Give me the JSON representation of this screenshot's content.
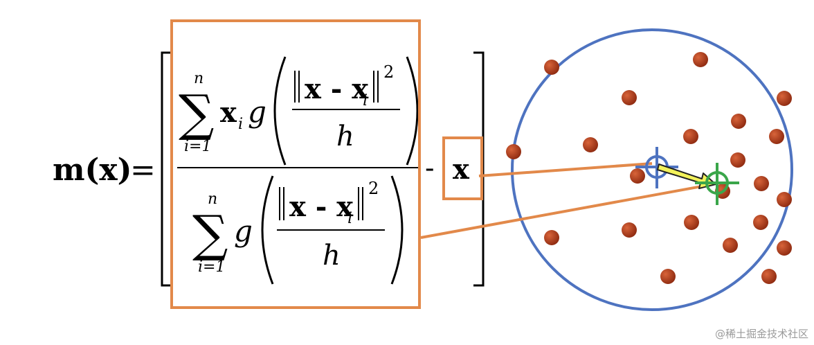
{
  "formula": {
    "lhs": "m(x)",
    "equals": "=",
    "minus": "-",
    "x_term": "x",
    "numerator": {
      "sum_upper": "n",
      "sum_lower": "i=1",
      "weight_vector": "x",
      "weight_subscript": "i",
      "kernel": "g",
      "norm_text": "x - x",
      "norm_subscript": "i",
      "exponent": "2",
      "denominator_h": "h"
    },
    "denominator": {
      "sum_upper": "n",
      "sum_lower": "i=1",
      "kernel": "g",
      "norm_text": "x - x",
      "norm_subscript": "i",
      "exponent": "2",
      "denominator_h": "h"
    }
  },
  "colors": {
    "orange": "#e2894a",
    "circle_blue": "#4e73c0",
    "point_red": "#a83515",
    "target_green": "#3aa64a",
    "arrow_yellow": "#f3f25a"
  },
  "watermark": "@稀土掘金技术社区"
}
